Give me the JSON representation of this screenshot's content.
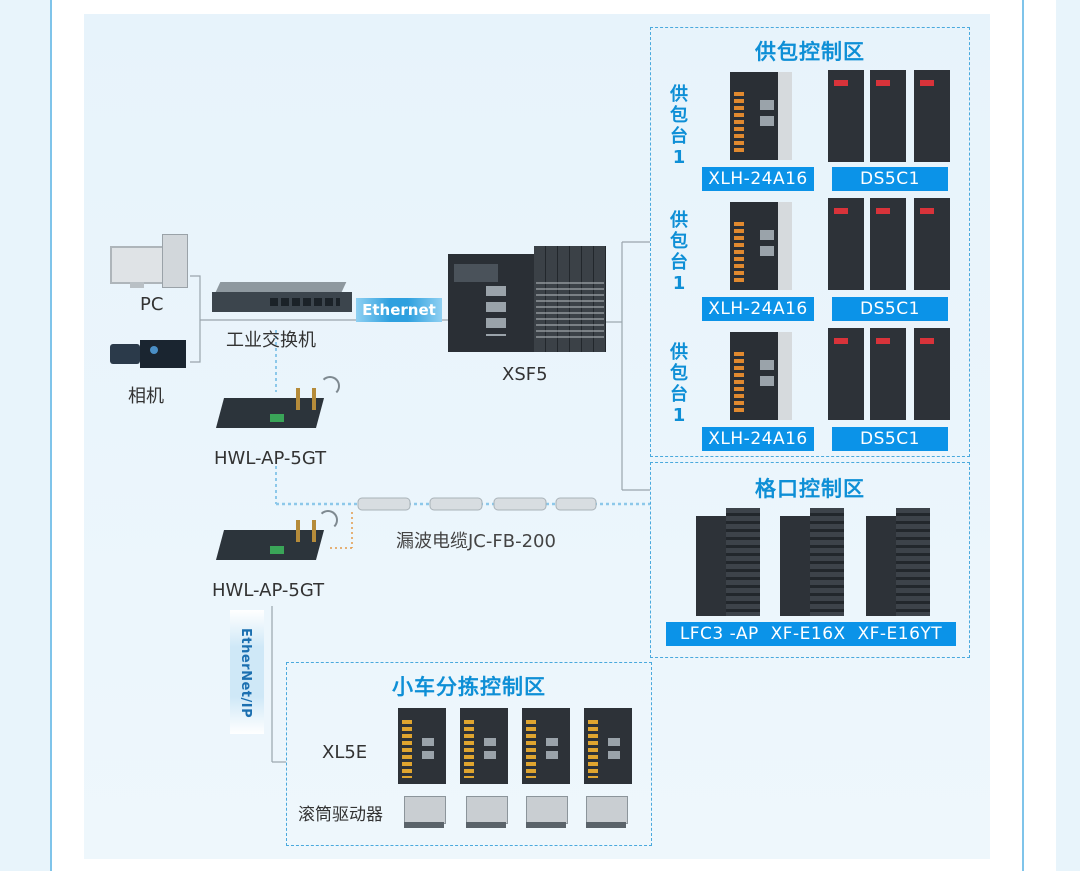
{
  "zones": {
    "feeding": {
      "title": "供包控制区",
      "rows": [
        {
          "side_label": "供包台1",
          "tag_plc": "XLH-24A16",
          "tag_servo": "DS5C1"
        },
        {
          "side_label": "供包台1",
          "tag_plc": "XLH-24A16",
          "tag_servo": "DS5C1"
        },
        {
          "side_label": "供包台1",
          "tag_plc": "XLH-24A16",
          "tag_servo": "DS5C1"
        }
      ]
    },
    "grid": {
      "title": "格口控制区",
      "tag": "LFC3 -AP  XF-E16X  XF-E16YT"
    },
    "cart": {
      "title": "小车分拣控制区",
      "row1_label": "XL5E",
      "row2_label": "滚筒驱动器"
    }
  },
  "devices": {
    "pc": "PC",
    "switch": "工业交换机",
    "camera": "相机",
    "ap_top": "HWL-AP-5GT",
    "ap_bottom": "HWL-AP-5GT",
    "cable": "漏波电缆JC-FB-200",
    "main_plc": "XSF5"
  },
  "badges": {
    "ethernet": "Ethernet",
    "ethernet_ip": "EtherNet/IP"
  },
  "colors": {
    "accent": "#0e8fd6",
    "tag_bg": "#0b93e8",
    "dash": "#4aa9dd",
    "orange": "#e39a4a"
  }
}
